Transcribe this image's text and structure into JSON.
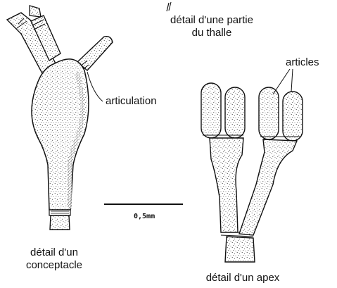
{
  "labels": {
    "thalle_line1": "détail d'une partie",
    "thalle_line2": "du thalle",
    "articles": "articles",
    "articulation": "articulation",
    "conceptacle_line1": "détail d'un",
    "conceptacle_line2": "conceptacle",
    "apex": "détail d'un apex"
  },
  "scale_bar": {
    "label": "0,5mm"
  },
  "colors": {
    "ink": "#111111",
    "stipple": "#222222",
    "background": "#ffffff"
  }
}
